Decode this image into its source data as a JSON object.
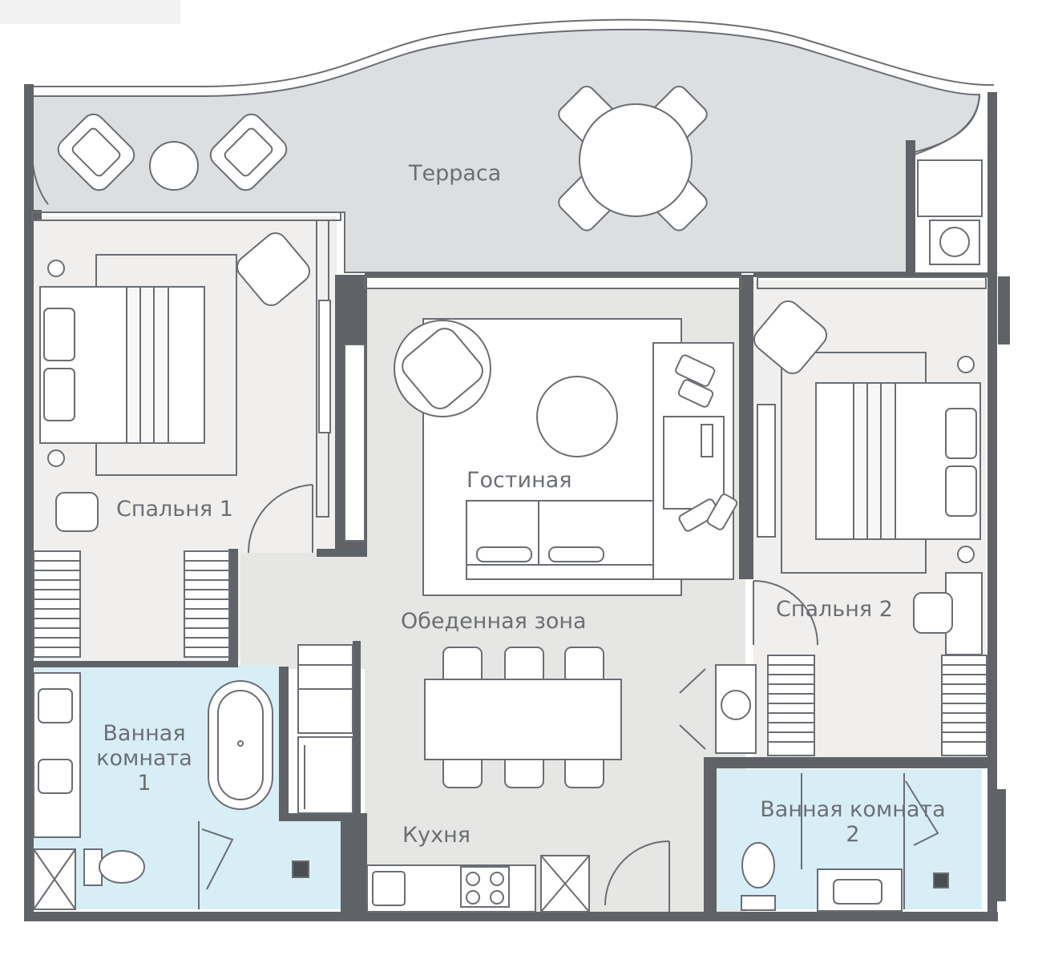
{
  "rooms": {
    "terrace": "Терраса",
    "living": "Гостиная",
    "bedroom1": "Спальня 1",
    "bedroom2": "Спальня 2",
    "dining": "Обеденная зона",
    "kitchen": "Кухня",
    "bath1": "Ванная\nкомната\n1",
    "bath2": "Ванная комната\n2"
  },
  "colors": {
    "terrace_fill": "#dcdee0",
    "room_fill": "#f0efed",
    "living_fill": "#e6e6e4",
    "bath_fill": "#d8eef7",
    "wall": "#5f6368",
    "line": "#6a6e73",
    "label": "#6b6f74"
  },
  "icons": [
    "bed-icon",
    "armchair-icon",
    "sofa-icon",
    "table-icon",
    "chair-icon",
    "bathtub-icon",
    "toilet-icon",
    "sink-icon",
    "shower-icon",
    "stove-icon",
    "door-icon",
    "wardrobe-icon",
    "washer-icon"
  ]
}
